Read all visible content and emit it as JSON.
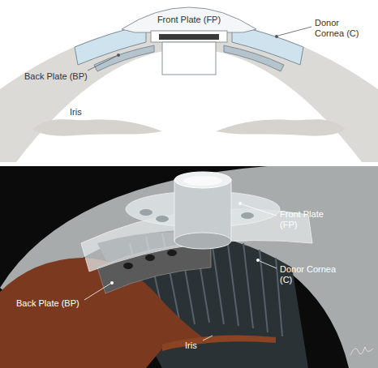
{
  "diagram": {
    "labels": [
      "Front Plate (FP)",
      "Donor Cornea (C)",
      "Back Plate (BP)",
      "Iris",
      "Front Plate (FP)",
      "Donor Cornea (C)",
      "Back Plate (BP)",
      "Iris"
    ]
  }
}
